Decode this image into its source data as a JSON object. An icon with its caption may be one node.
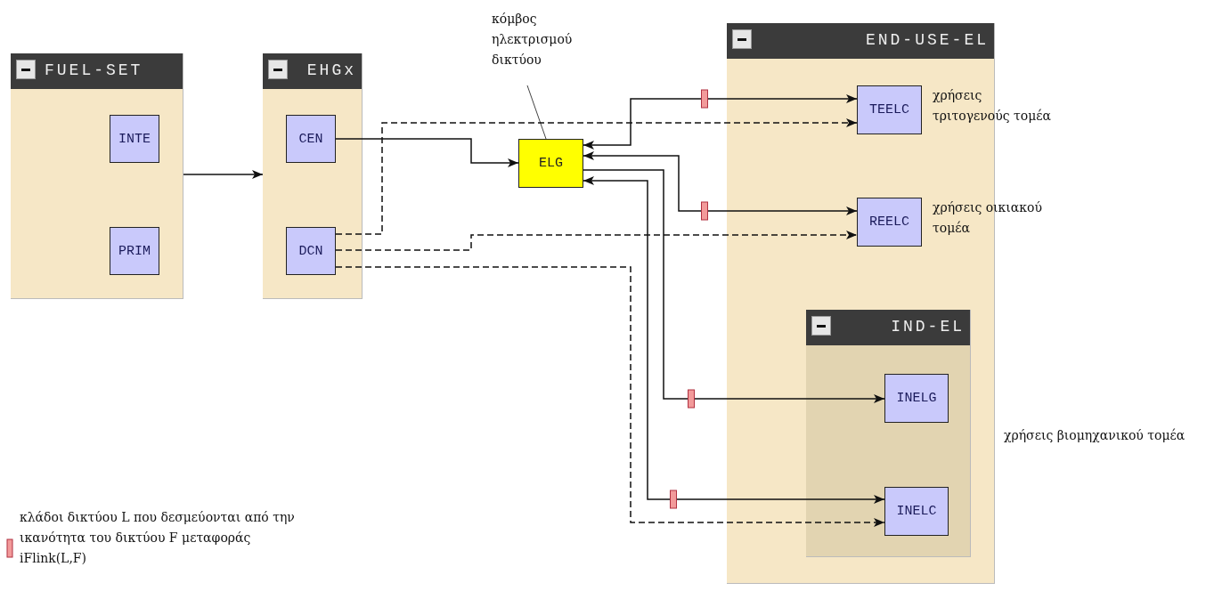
{
  "diagram": {
    "nodes": [
      {
        "text": [
          "FUEL-SET"
        ]
      },
      {
        "text": [
          "INTE"
        ],
        "in": 0
      },
      {
        "text": [
          "PRIM"
        ],
        "in": 0
      },
      {
        "text": [
          "EHGx"
        ]
      },
      {
        "text": [
          "CEN"
        ],
        "in": 3
      },
      {
        "text": [
          "DCN"
        ],
        "in": 3
      },
      {
        "text": [
          "κόμβος ηλεκτρισμού δικτύου"
        ]
      },
      {
        "text": [
          "ELG"
        ]
      },
      {
        "text": [
          "END-USE-EL"
        ]
      },
      {
        "text": [
          "TEELC"
        ],
        "in": 8,
        "beside": [
          "χρήσεις τριτογενούς τομέα"
        ]
      },
      {
        "text": [
          "REELC"
        ],
        "in": 8,
        "beside": [
          "χρήσεις οικιακού τομέα"
        ]
      },
      {
        "text": [
          "IND-EL"
        ],
        "in": 8,
        "beside": [
          "χρήσεις βιομηχανικού τομέα"
        ]
      },
      {
        "text": [
          "INELG"
        ],
        "in": 11
      },
      {
        "text": [
          "INELC"
        ],
        "in": 11
      }
    ],
    "edges": [
      {
        "from": 0,
        "to": 3,
        "arrow": "to"
      },
      {
        "from": 4,
        "to": 7,
        "arrow": "to"
      },
      {
        "from": 6,
        "to": 7,
        "arrow": "none"
      },
      {
        "from": 7,
        "to": 9,
        "arrow": "both"
      },
      {
        "from": 5,
        "to": 9,
        "arrow": "to",
        "style": "dashed"
      },
      {
        "from": 7,
        "to": 10,
        "arrow": "both"
      },
      {
        "from": 5,
        "to": 10,
        "arrow": "to",
        "style": "dashed"
      },
      {
        "from": 7,
        "to": 12,
        "arrow": "to"
      },
      {
        "from": 7,
        "to": 13,
        "arrow": "both"
      },
      {
        "from": 5,
        "to": 13,
        "arrow": "to",
        "style": "dashed"
      }
    ],
    "legend": [
      {
        "text": "κλάδοι δικτύου L που δεσμεύονται από την ικανότητα του δικτύου F μεταφοράς iFlink(L,F)"
      }
    ]
  }
}
